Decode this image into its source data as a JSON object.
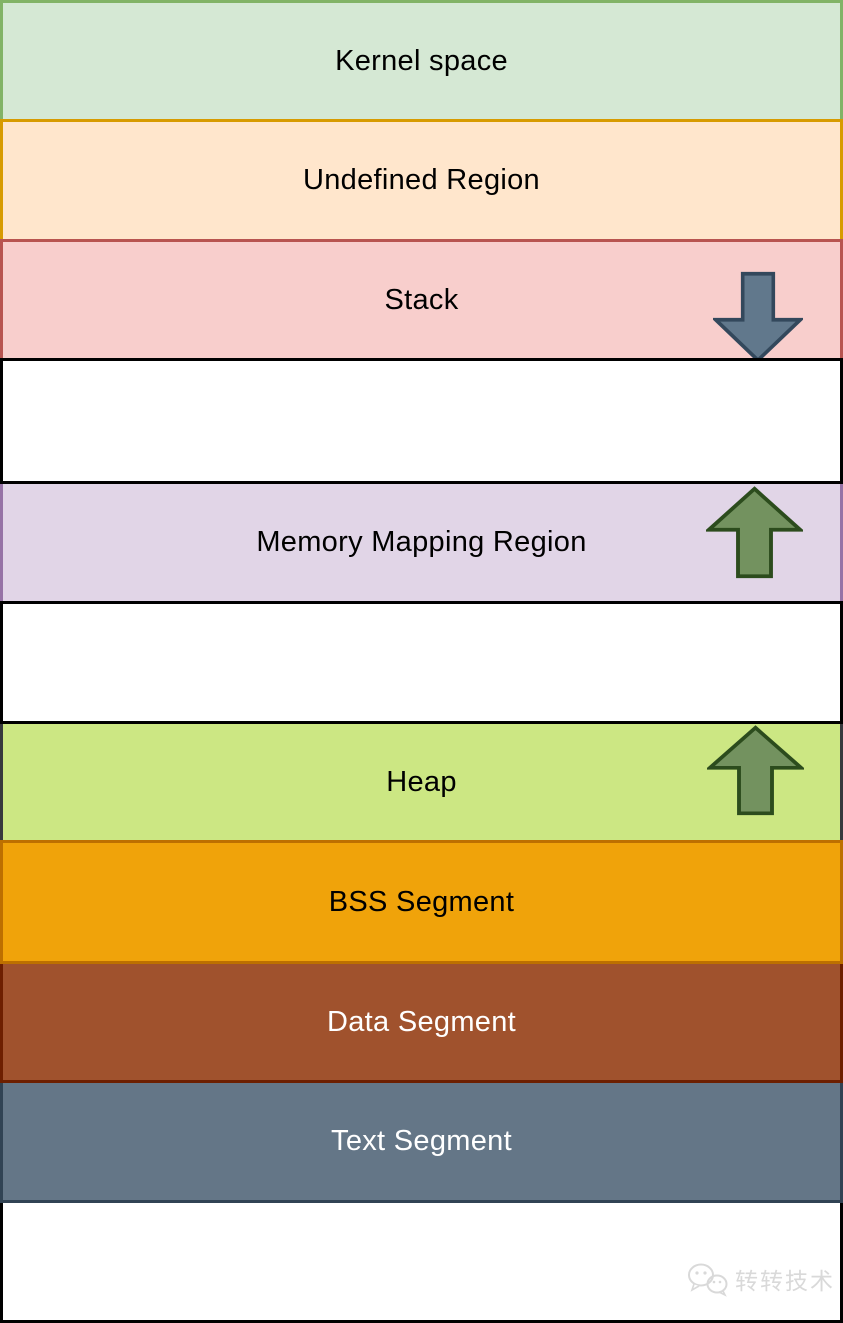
{
  "diagram": {
    "regions": [
      {
        "label": "Kernel space",
        "fill": "#d5e8d4",
        "stroke": "#82b366",
        "text_color": "#000000"
      },
      {
        "label": "Undefined Region",
        "fill": "#ffe6cc",
        "stroke": "#d79b00",
        "text_color": "#000000"
      },
      {
        "label": "Stack",
        "fill": "#f8cecc",
        "stroke": "#b85450",
        "text_color": "#000000"
      },
      {
        "label": "",
        "fill": "#ffffff",
        "stroke": "#000000",
        "text_color": "#000000"
      },
      {
        "label": "Memory Mapping Region",
        "fill": "#e1d5e7",
        "stroke": "#9673a6",
        "text_color": "#000000"
      },
      {
        "label": "",
        "fill": "#ffffff",
        "stroke": "#000000",
        "text_color": "#000000"
      },
      {
        "label": "Heap",
        "fill": "#cce783",
        "stroke": "#36393d",
        "text_color": "#000000"
      },
      {
        "label": "BSS Segment",
        "fill": "#f0a30a",
        "stroke": "#bd7000",
        "text_color": "#000000"
      },
      {
        "label": "Data Segment",
        "fill": "#a0522d",
        "stroke": "#6d1f00",
        "text_color": "#ffffff"
      },
      {
        "label": "Text Segment",
        "fill": "#647687",
        "stroke": "#314354",
        "text_color": "#ffffff"
      },
      {
        "label": "",
        "fill": "#ffffff",
        "stroke": "#000000",
        "text_color": "#000000"
      }
    ],
    "arrows": {
      "down": {
        "direction": "down",
        "fill": "#61788c",
        "stroke": "#33485c"
      },
      "up": {
        "direction": "up",
        "fill": "#73925f",
        "stroke": "#2c4c1d"
      }
    },
    "watermark": {
      "text": "转转技术",
      "color": "#d9d9d9"
    }
  }
}
